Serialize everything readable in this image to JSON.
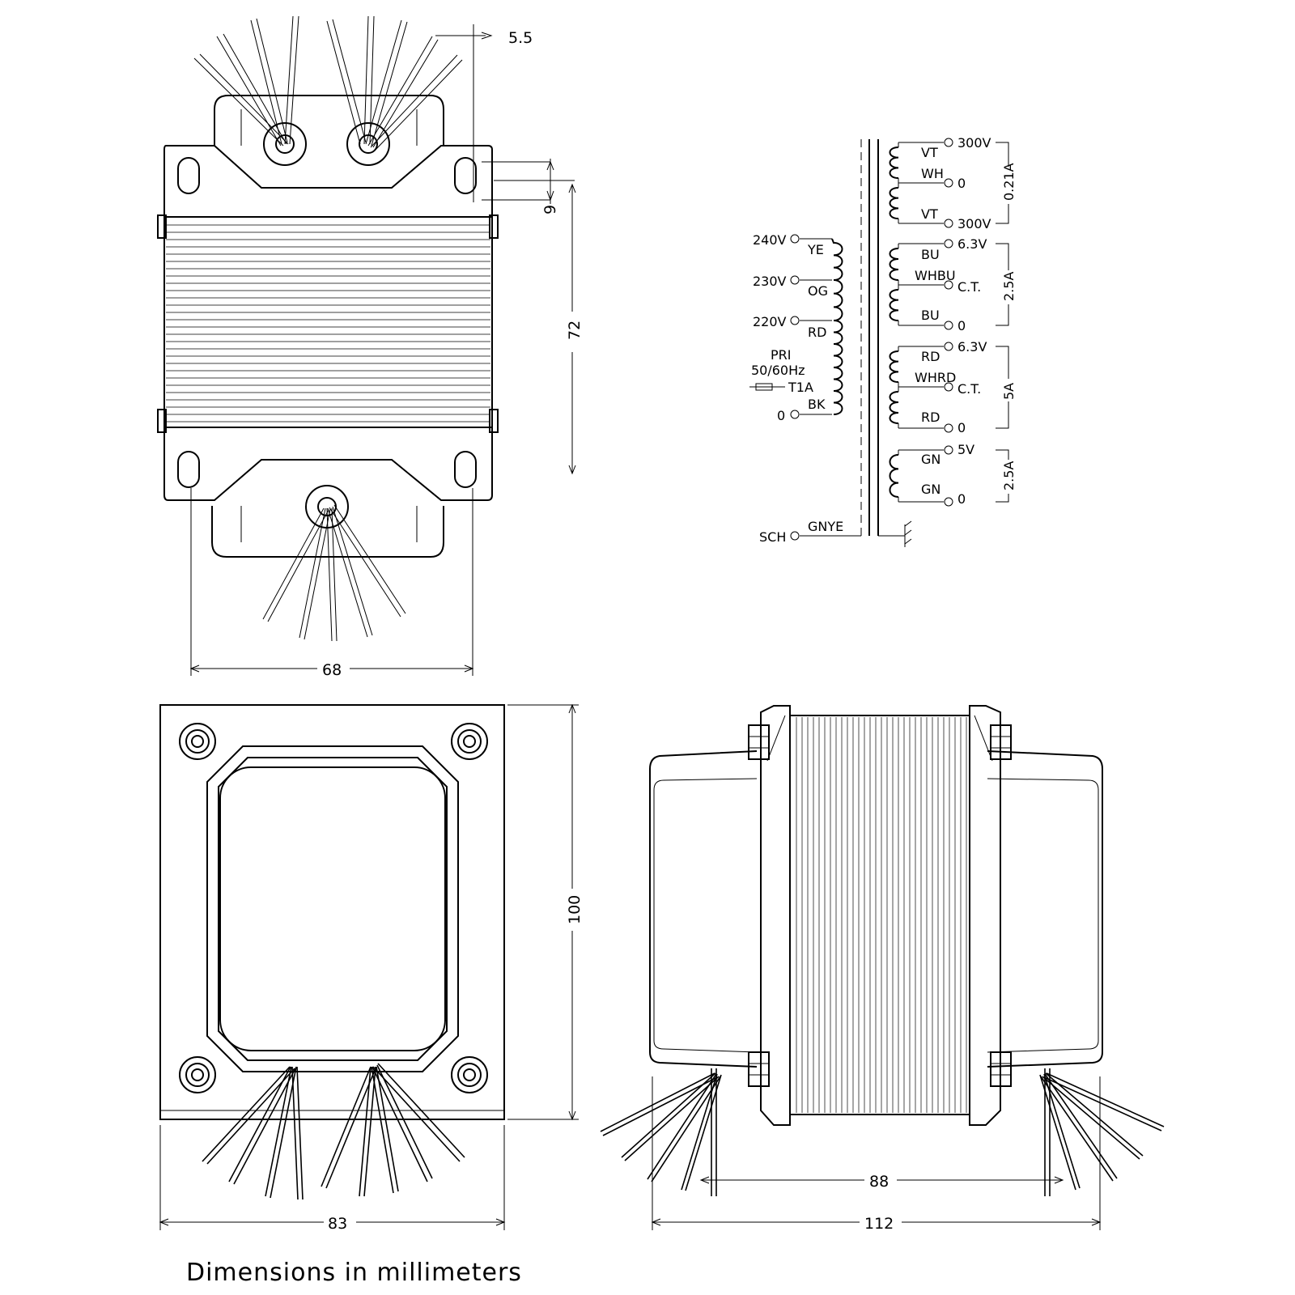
{
  "dimensions": {
    "top_lead_offset": "5.5",
    "slot_length": "9",
    "height_top_view": "72",
    "hole_spacing": "68",
    "base_depth": "100",
    "base_width": "83",
    "mount_spacing": "88",
    "overall_length": "112"
  },
  "footnote": "Dimensions in millimeters",
  "schematic": {
    "primary_taps": [
      {
        "voltage": "240V",
        "color": "YE"
      },
      {
        "voltage": "230V",
        "color": "OG"
      },
      {
        "voltage": "220V",
        "color": "RD"
      },
      {
        "voltage": "0",
        "color": "BK"
      }
    ],
    "primary_label": "PRI",
    "frequency": "50/60Hz",
    "fuse": "T1A",
    "shield": {
      "label": "SCH",
      "color": "GNYE"
    },
    "secondaries": [
      {
        "current": "0.21A",
        "terminals": [
          {
            "voltage": "300V",
            "color": "VT"
          },
          {
            "voltage": "0",
            "color": "WH"
          },
          {
            "voltage": "300V",
            "color": "VT"
          }
        ]
      },
      {
        "current": "2.5A",
        "terminals": [
          {
            "voltage": "6.3V",
            "color": "BU"
          },
          {
            "voltage": "C.T.",
            "color": "WHBU"
          },
          {
            "voltage": "0",
            "color": "BU"
          }
        ]
      },
      {
        "current": "5A",
        "terminals": [
          {
            "voltage": "6.3V",
            "color": "RD"
          },
          {
            "voltage": "C.T.",
            "color": "WHRD"
          },
          {
            "voltage": "0",
            "color": "RD"
          }
        ]
      },
      {
        "current": "2.5A",
        "terminals": [
          {
            "voltage": "5V",
            "color": "GN"
          },
          {
            "voltage": "0",
            "color": "GN"
          }
        ]
      }
    ]
  }
}
